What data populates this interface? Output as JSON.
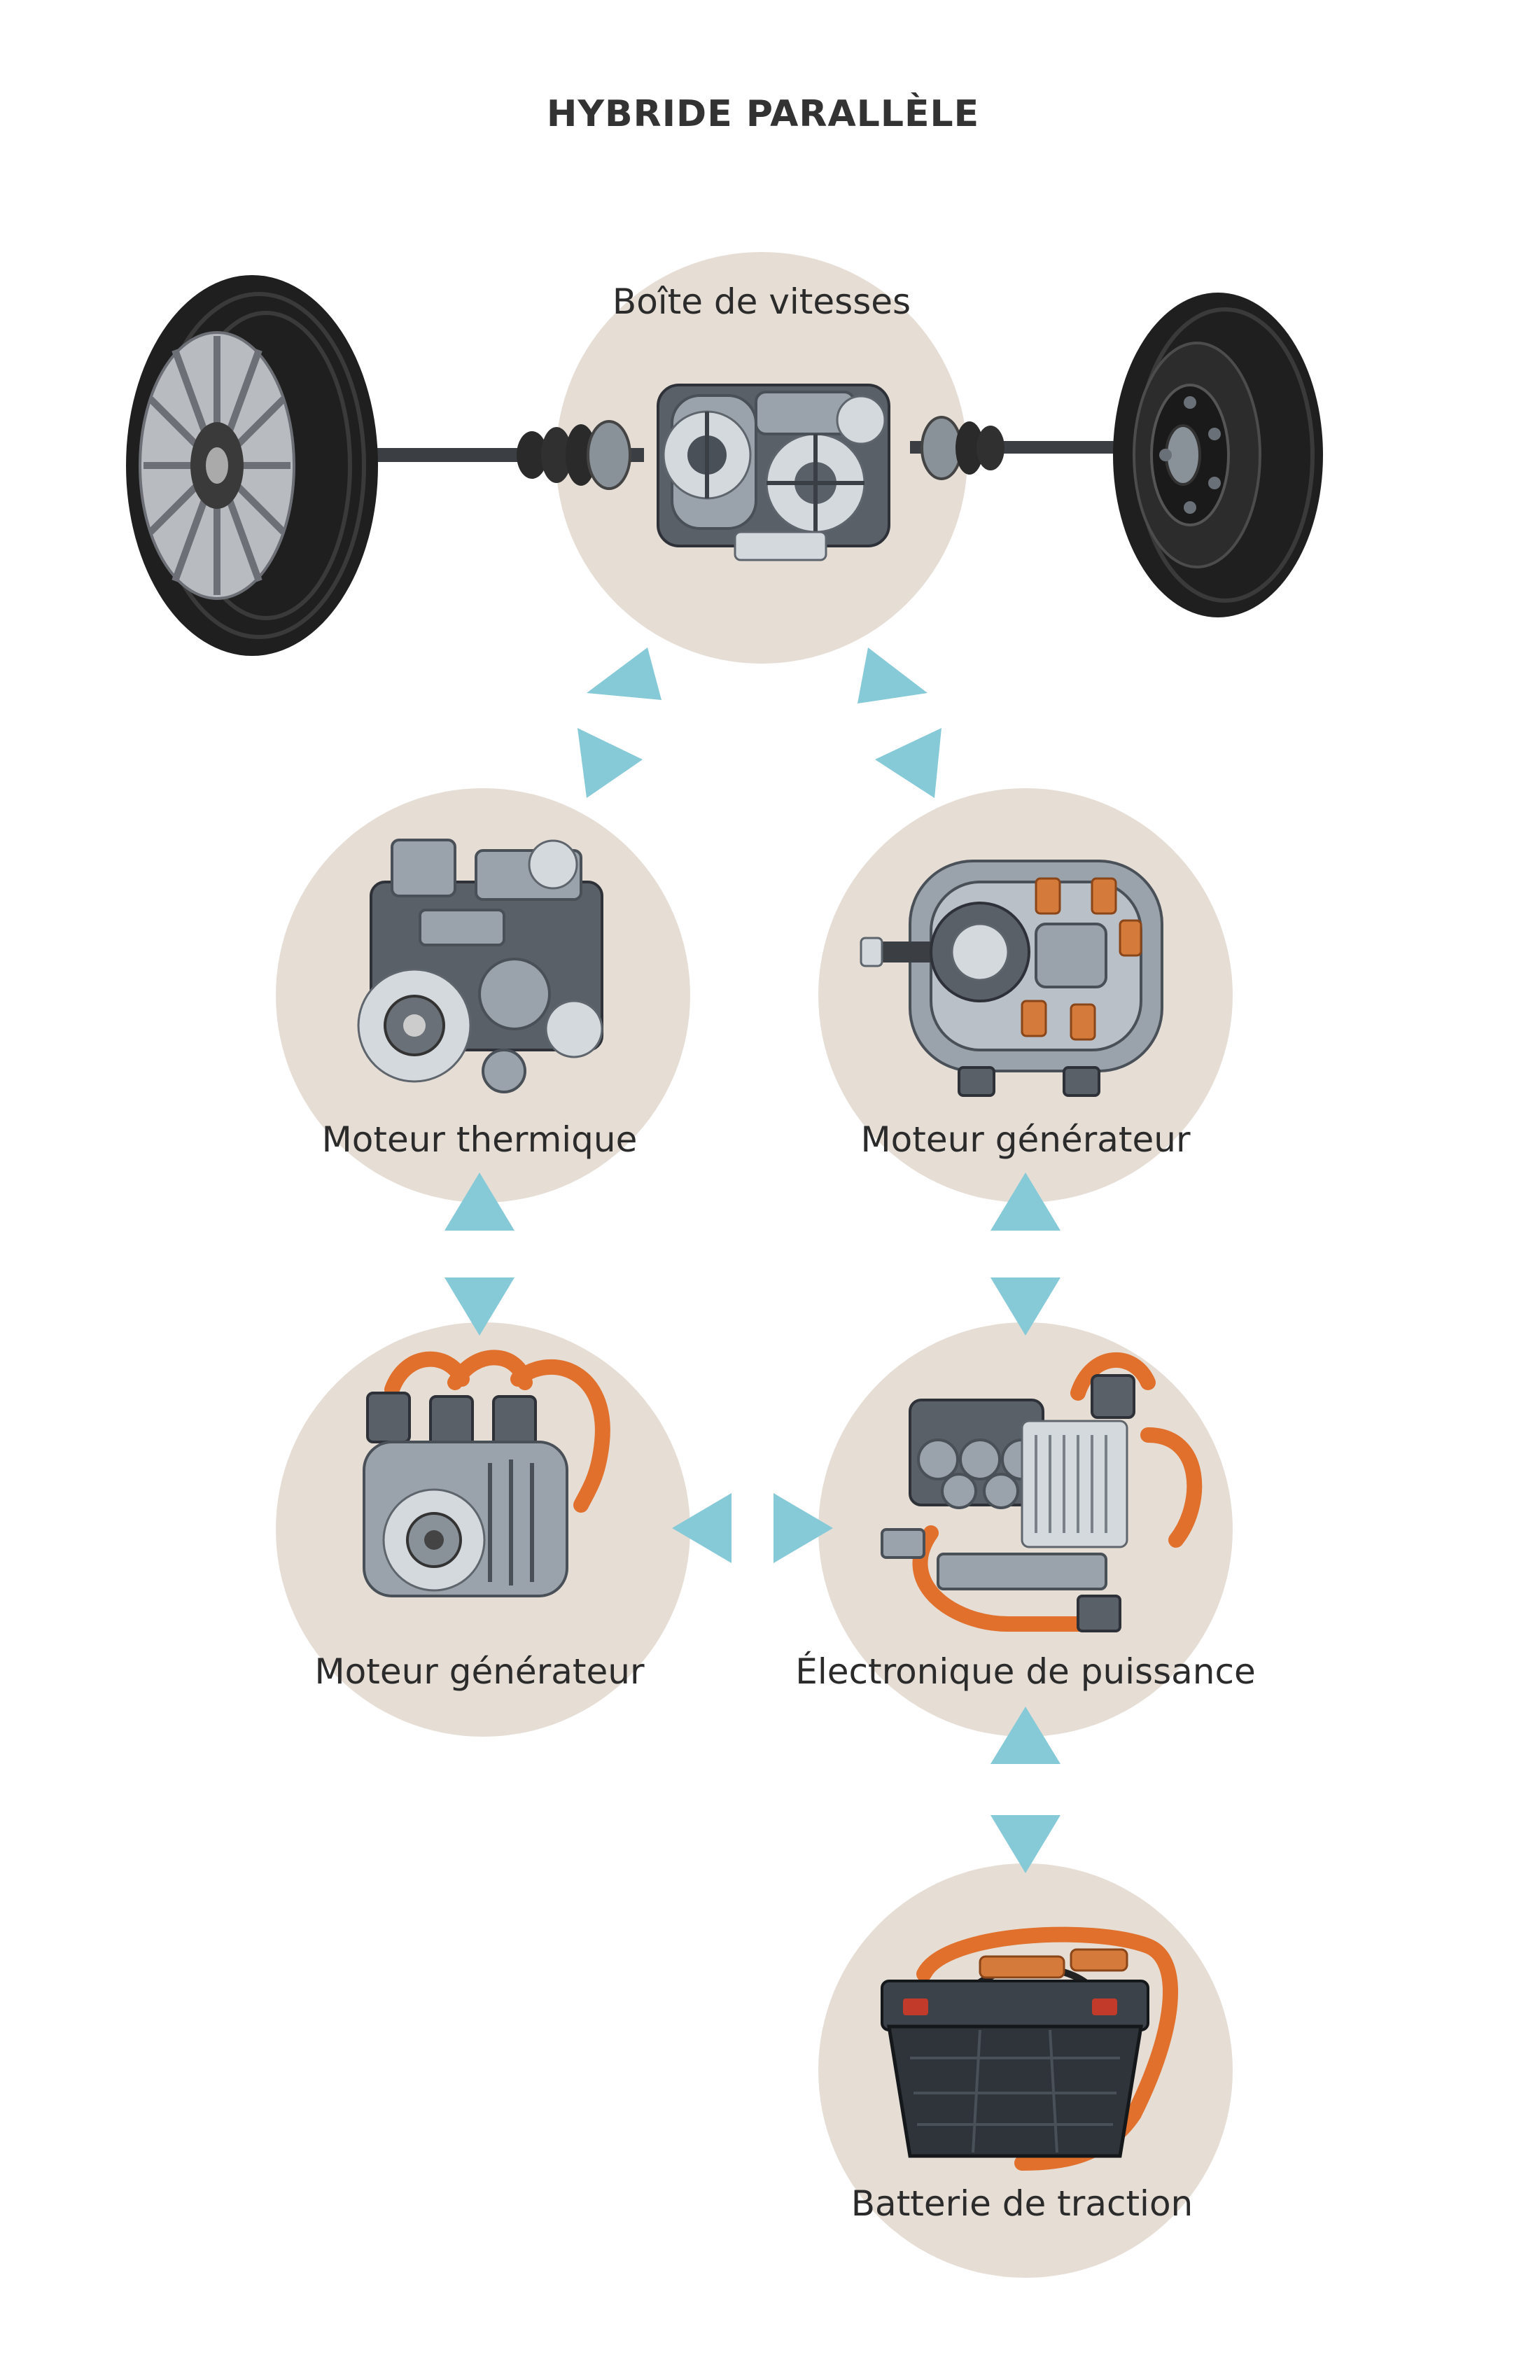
{
  "title": "HYBRIDE PARALLÈLE",
  "nodes": {
    "gearbox": "Boîte de vitesses",
    "thermal_engine": "Moteur thermique",
    "motor_generator_right": "Moteur générateur",
    "motor_generator_left": "Moteur générateur",
    "power_electronics": "Électronique de puissance",
    "traction_battery": "Batterie de traction"
  },
  "colors": {
    "arrow": "#86cad8",
    "circle_background": "#e6ded5",
    "title": "#333333",
    "label": "#2b2b2b"
  },
  "icons": {
    "wheels": "wheel-icon",
    "gearbox": "gearbox-icon",
    "thermal_engine": "combustion-engine-icon",
    "motor_generator_right": "electric-motor-icon",
    "motor_generator_left": "alternator-icon",
    "power_electronics": "inverter-icon",
    "traction_battery": "battery-icon"
  }
}
